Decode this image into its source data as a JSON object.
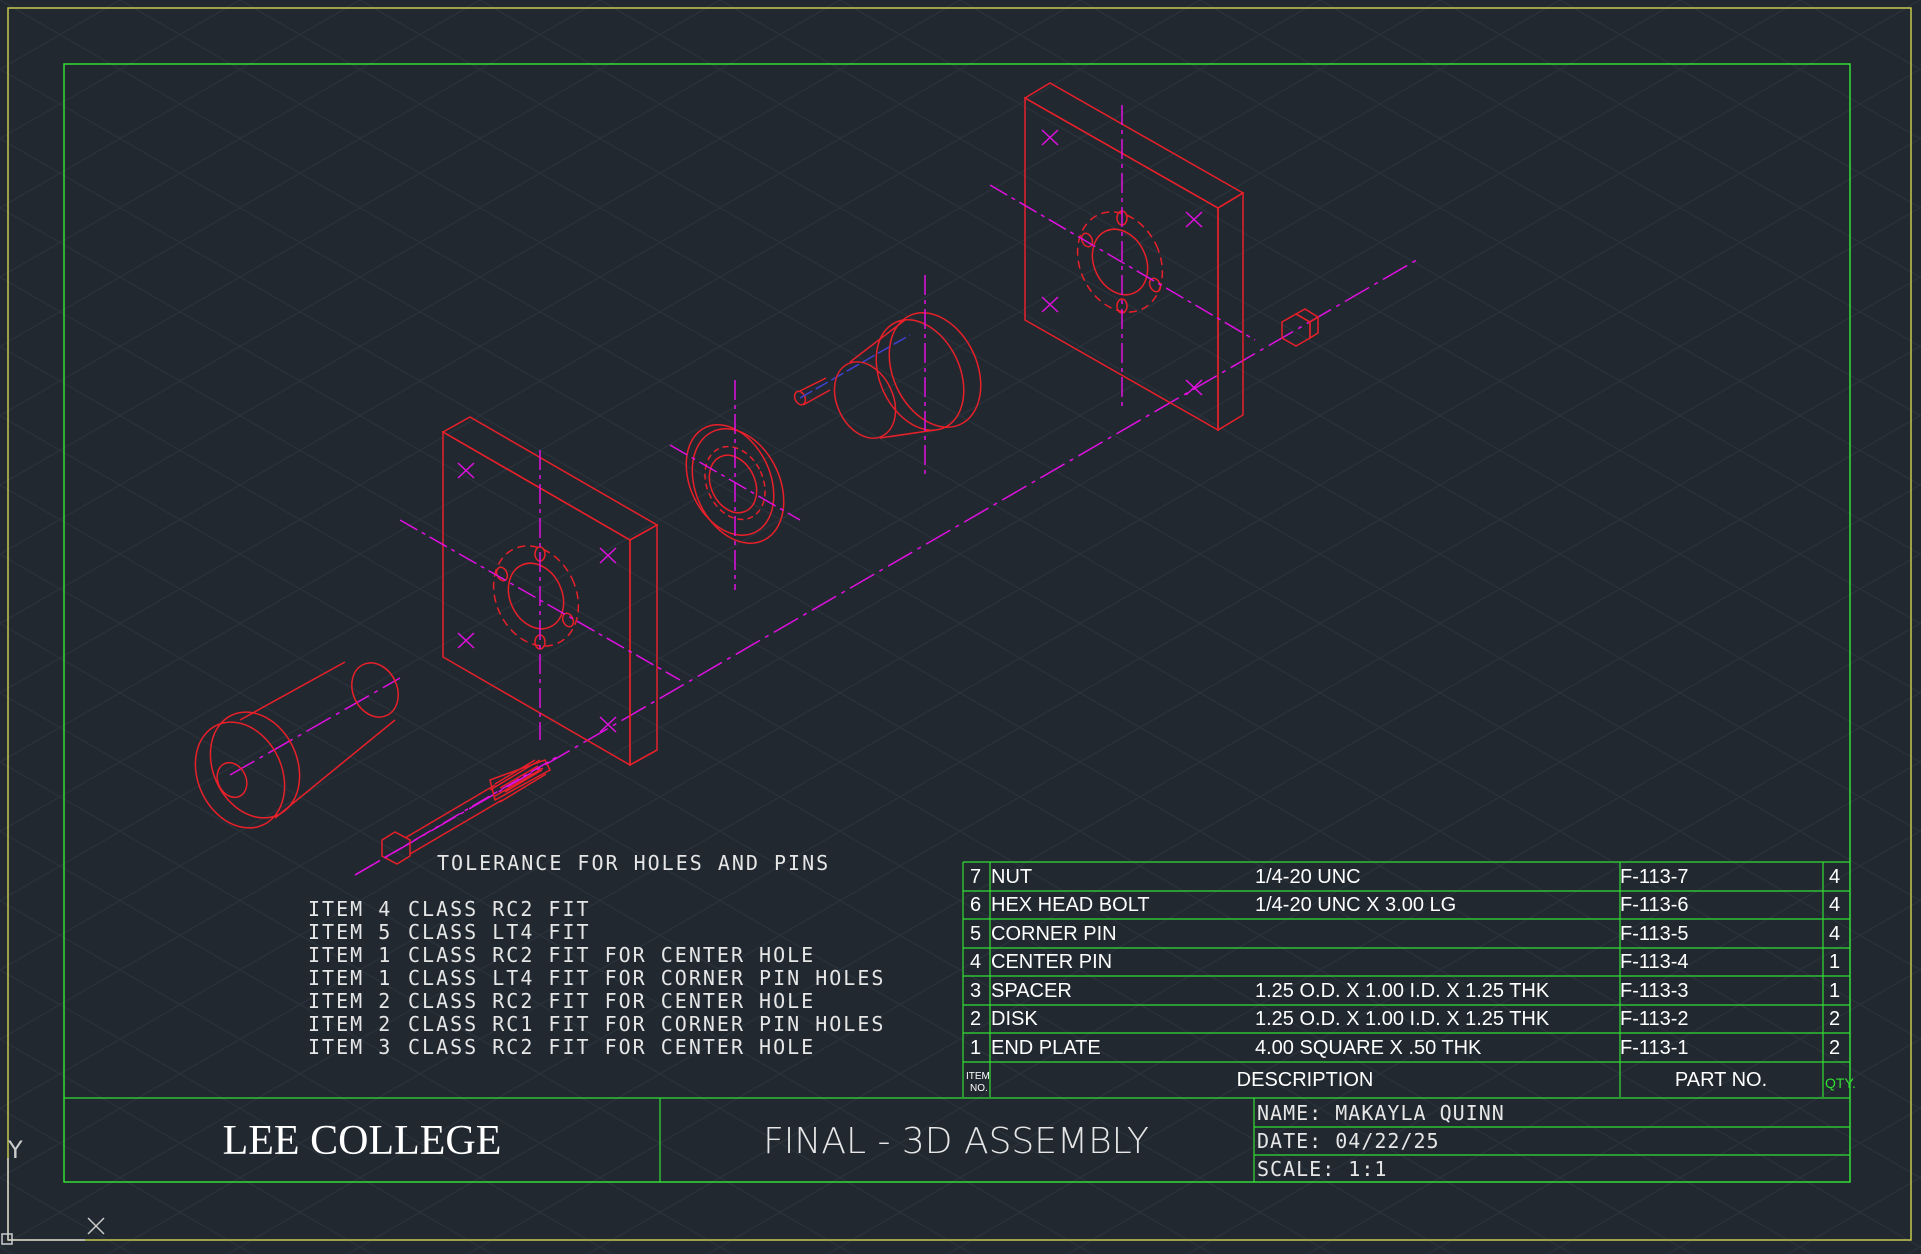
{
  "tolerance": {
    "heading": "TOLERANCE FOR HOLES AND PINS",
    "lines": [
      {
        "item": "ITEM 4",
        "spec": "CLASS RC2 FIT"
      },
      {
        "item": "ITEM 5",
        "spec": "CLASS LT4 FIT"
      },
      {
        "item": "ITEM 1",
        "spec": "CLASS RC2 FIT FOR CENTER HOLE"
      },
      {
        "item": "ITEM 1",
        "spec": "CLASS LT4 FIT FOR CORNER PIN HOLES"
      },
      {
        "item": "ITEM 2",
        "spec": "CLASS RC2 FIT FOR CENTER HOLE"
      },
      {
        "item": "ITEM 2",
        "spec": "CLASS RC1 FIT FOR CORNER PIN HOLES"
      },
      {
        "item": "ITEM 3",
        "spec": "CLASS RC2 FIT FOR CENTER HOLE"
      }
    ]
  },
  "bom": {
    "rows": [
      {
        "no": "7",
        "name": "NUT",
        "spec": "1/4-20 UNC",
        "part": "F-113-7",
        "qty": "4"
      },
      {
        "no": "6",
        "name": "HEX HEAD BOLT",
        "spec": "1/4-20 UNC X 3.00 LG",
        "part": "F-113-6",
        "qty": "4"
      },
      {
        "no": "5",
        "name": "CORNER PIN",
        "spec": "",
        "part": "F-113-5",
        "qty": "4"
      },
      {
        "no": "4",
        "name": "CENTER PIN",
        "spec": "",
        "part": "F-113-4",
        "qty": "1"
      },
      {
        "no": "3",
        "name": "SPACER",
        "spec": "1.25 O.D. X 1.00 I.D. X 1.25 THK",
        "part": "F-113-3",
        "qty": "1"
      },
      {
        "no": "2",
        "name": "DISK",
        "spec": "1.25 O.D. X 1.00 I.D. X 1.25 THK",
        "part": "F-113-2",
        "qty": "2"
      },
      {
        "no": "1",
        "name": "END PLATE",
        "spec": "4.00 SQUARE X .50 THK",
        "part": "F-113-1",
        "qty": "2"
      }
    ],
    "header": {
      "item_no_1": "ITEM",
      "item_no_2": "NO.",
      "description": "DESCRIPTION",
      "part_no": "PART NO.",
      "qty": "QTY."
    }
  },
  "title_block": {
    "college": "LEE COLLEGE",
    "title": "FINAL - 3D ASSEMBLY",
    "name": "NAME:  MAKAYLA  QUINN",
    "date": "DATE:  04/22/25",
    "scale": "SCALE:  1:1"
  },
  "ucs": {
    "y": "Y",
    "x": "X"
  },
  "colors": {
    "background": "#212830",
    "sheet_border": "#c8c850",
    "frame": "#33dd33",
    "part": "#e8202a",
    "centerline": "#e010e0",
    "text": "#ffffff"
  }
}
